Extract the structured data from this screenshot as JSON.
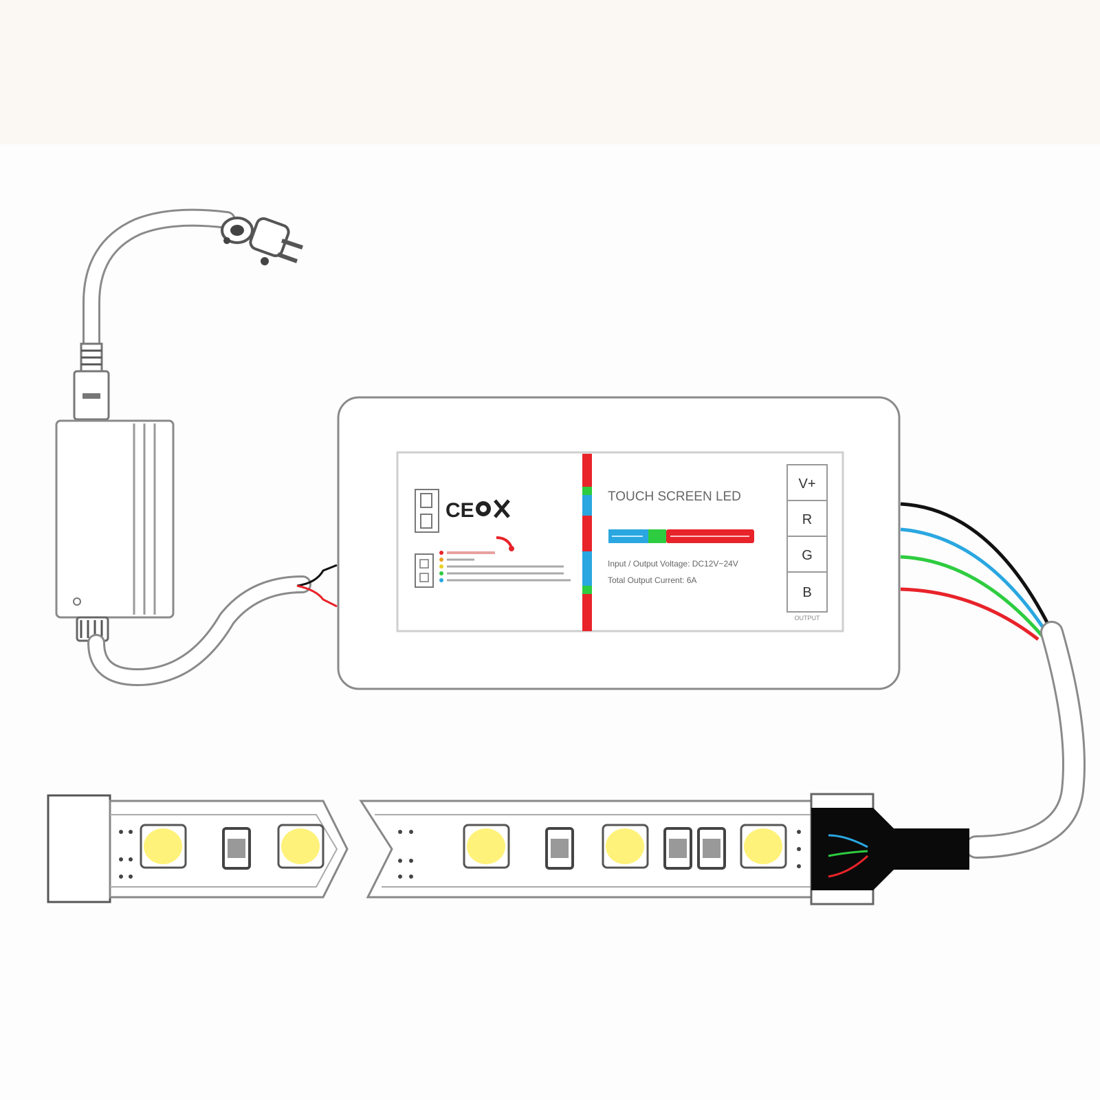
{
  "colors": {
    "background": "#fdfdfd",
    "top_band": "#fbf8f3",
    "outline": "#8a8a8a",
    "wire_black": "#111111",
    "wire_blue": "#2aa7e0",
    "wire_green": "#2ecc40",
    "wire_red": "#e8232a",
    "led_yellow": "#fff27a",
    "connector_black": "#0a0a0a"
  },
  "controller": {
    "title": "TOUCH SCREEN LED",
    "spec_lines": [
      "Input / Output Voltage: DC12V~24V",
      "Total Output Current: 6A"
    ],
    "terminals": [
      "V+",
      "R",
      "G",
      "B"
    ],
    "output_caption": "OUTPUT",
    "cert_marks": "CE",
    "icons": [
      "ce-mark-icon",
      "rohs-icon",
      "weee-bin-icon",
      "wifi-signal-icon"
    ]
  },
  "components": [
    "power-adapter",
    "controller-box",
    "led-strip-segment-a",
    "led-strip-segment-b",
    "rgb-connector"
  ]
}
